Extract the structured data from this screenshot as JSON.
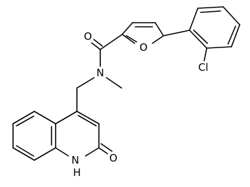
{
  "colors": {
    "bond": "#000000",
    "label": "#000000",
    "background": "#ffffff"
  },
  "atoms": {
    "O_carbonyl_amide": "O",
    "N_amide": "N",
    "O_furan": "O",
    "Cl": "Cl",
    "O_carbonyl_lactam": "O",
    "NH_lactam": "H\nN"
  }
}
